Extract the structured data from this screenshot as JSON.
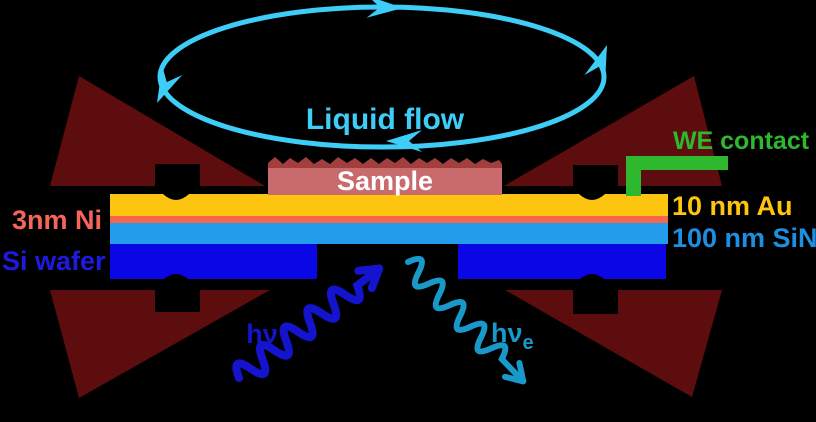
{
  "figure": {
    "description": "Cross-section schematic of a liquid-flow electrochemical cell with SiN membrane window"
  },
  "labels": {
    "liquid_flow": "Liquid flow",
    "sample": "Sample",
    "we_contact": "WE contact",
    "au_layer": "10 nm Au",
    "sin_layer": "100 nm SiN",
    "ni_layer": "3nm Ni",
    "si_wafer": "Si wafer",
    "incident_photon": "hν",
    "emitted_photon": "hν",
    "emitted_subscript": "e"
  },
  "colors": {
    "background": "#000000",
    "flow_cyan": "#3ecdf6",
    "clamp_maroon": "#5d0d0d",
    "au_gold": "#fdc50f",
    "ni_orange": "#f4674d",
    "sin_blue": "#229ceb",
    "si_blue": "#0b06e6",
    "sample_body": "#c96b6d",
    "sample_rough": "#a23e3e",
    "contact_green": "#2db82d",
    "sample_text": "#ffffff",
    "photon_blue": "#1414cf",
    "electron_teal": "#1899c9",
    "sin_label": "#1e8fe0",
    "ni_label": "#f5655b",
    "si_label": "#1f1ae2"
  }
}
